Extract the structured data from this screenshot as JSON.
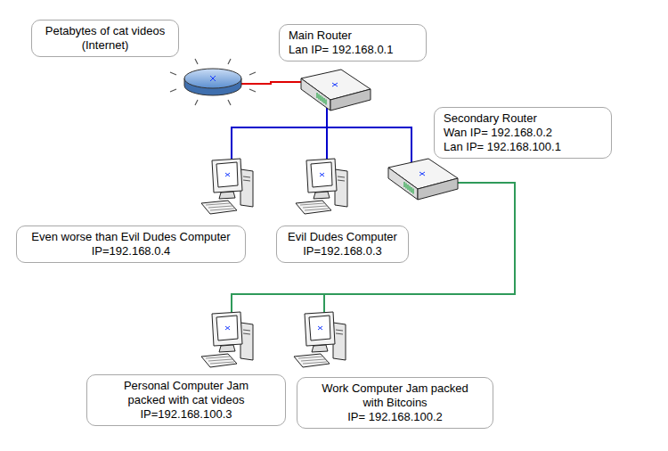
{
  "diagram": {
    "nodes": [
      {
        "text": [
          "Petabytes of cat videos",
          "(Internet)"
        ]
      },
      {
        "text": [
          "Main Router",
          "Lan IP= 192.168.0.1"
        ]
      },
      {
        "text": [
          "Secondary Router",
          "Wan IP= 192.168.0.2",
          "Lan IP= 192.168.100.1"
        ]
      },
      {
        "text": [
          "Even worse than Evil Dudes Computer",
          "IP=192.168.0.4"
        ]
      },
      {
        "text": [
          "Evil Dudes Computer",
          "IP=192.168.0.3"
        ]
      },
      {
        "text": [
          "Personal Computer Jam packed with cat videos",
          "IP=192.168.100.3"
        ]
      },
      {
        "text": [
          "Work Computer Jam packed with Bitcoins",
          "IP= 192.168.100.2"
        ]
      }
    ],
    "edges": [
      {
        "from": 0,
        "to": 1,
        "arrow": "none"
      },
      {
        "from": 1,
        "to": 3,
        "arrow": "none"
      },
      {
        "from": 1,
        "to": 4,
        "arrow": "none"
      },
      {
        "from": 1,
        "to": 2,
        "arrow": "none"
      },
      {
        "from": 2,
        "to": 5,
        "arrow": "none"
      },
      {
        "from": 2,
        "to": 6,
        "arrow": "none"
      }
    ]
  }
}
